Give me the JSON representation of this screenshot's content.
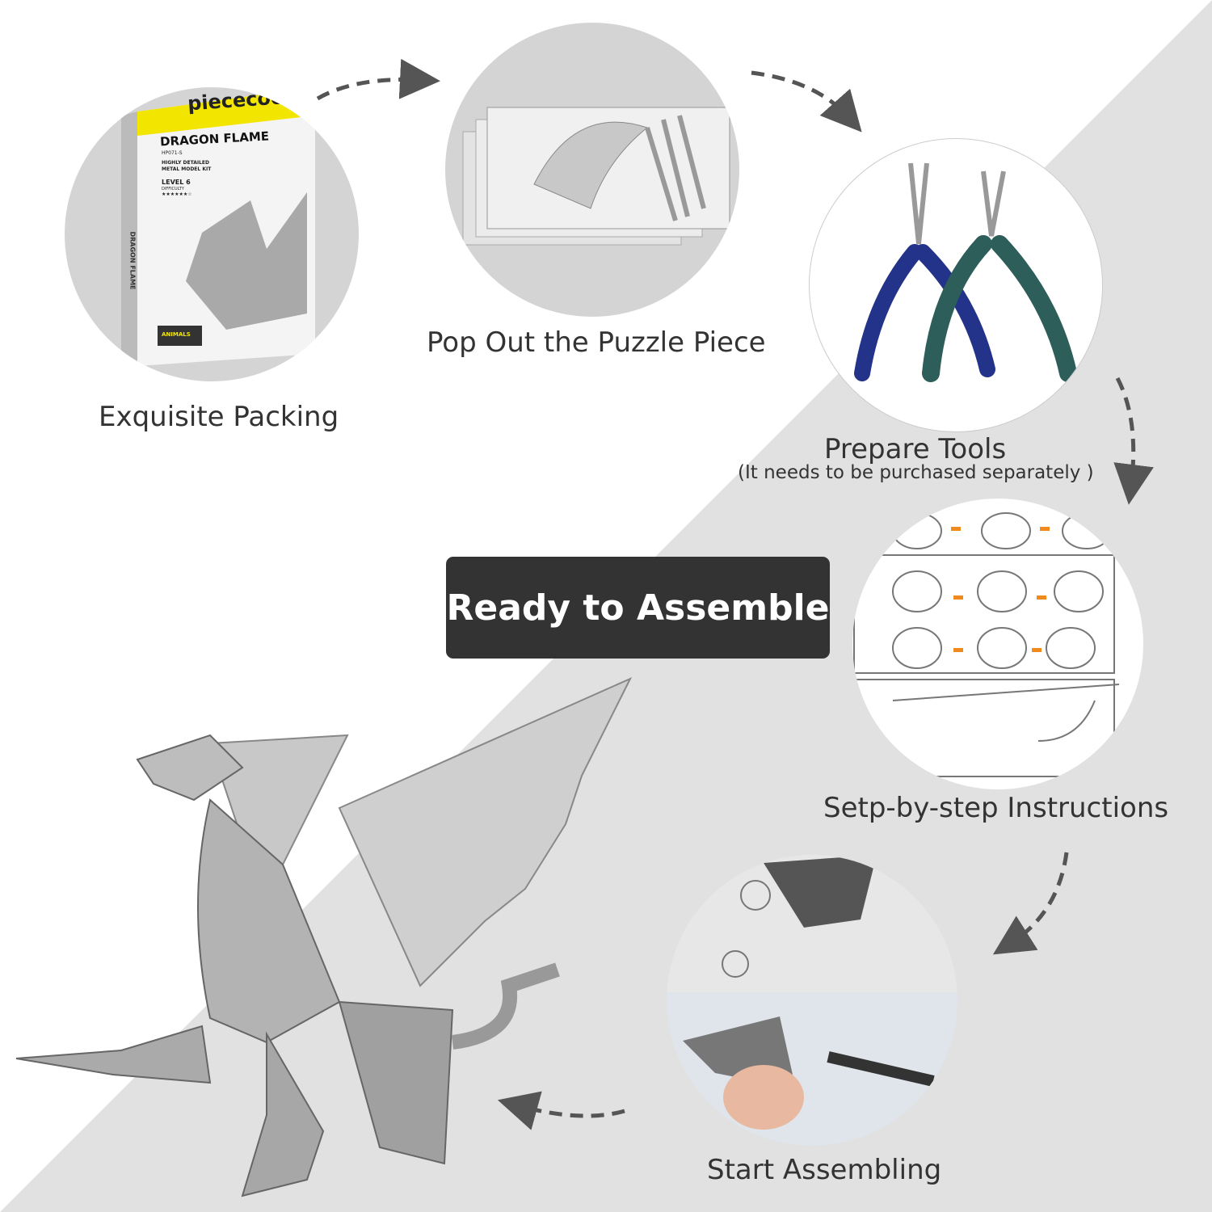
{
  "steps": [
    {
      "caption": "Exquisite Packing"
    },
    {
      "caption": "Pop Out the Puzzle Piece"
    },
    {
      "caption": "Prepare Tools",
      "note": "(It needs to be purchased separately  )"
    },
    {
      "caption": "Setp-by-step Instructions"
    },
    {
      "caption": "Start Assembling"
    }
  ],
  "box": {
    "brand": "piececool",
    "title": "DRAGON FLAME",
    "code": "HP071-S",
    "line1": "HIGHLY DETAILED",
    "line2": "METAL MODEL KIT",
    "level": "LEVEL 6",
    "difficulty": "DIFFICULTY",
    "stars": "★★★★★★☆",
    "spine": "DRAGON FLAME",
    "series": "ANIMALS"
  },
  "banner": {
    "label": "Ready to Assemble"
  },
  "colors": {
    "background_gray": "#e1e1e1",
    "banner": "#333333",
    "box_yellow": "#f2e600",
    "plier_blue": "#23338a",
    "plier_green": "#2e5e5a"
  }
}
